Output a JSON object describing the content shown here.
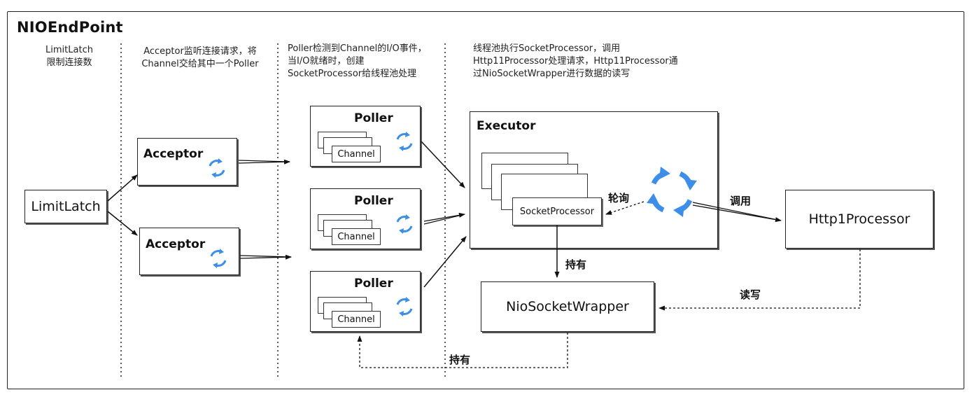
{
  "title": "NIOEndPoint",
  "notes": {
    "limitlatch": [
      "LimitLatch",
      "限制连接数"
    ],
    "acceptor": [
      "Acceptor监听连接请求，将",
      "Channel交给其中一个Poller"
    ],
    "poller": [
      "Poller检测到Channel的I/O事件，",
      "当I/O就绪时，创建",
      "SocketProcessor给线程池处理"
    ],
    "executor": [
      "线程池执行SocketProcessor，调用",
      "Http11Processor处理请求，Http11Processor通",
      "过NioSocketWrapper进行数据的读写"
    ]
  },
  "nodes": {
    "limitlatch": "LimitLatch",
    "acceptor": "Acceptor",
    "poller": "Poller",
    "channel": "Channel",
    "executor": "Executor",
    "socketprocessor": "SocketProcessor",
    "http1processor": "Http1Processor",
    "niosocketwrapper": "NioSocketWrapper"
  },
  "edges": {
    "poll": "轮询",
    "invoke": "调用",
    "hold": "持有",
    "readwrite": "读写"
  },
  "colors": {
    "cycle_blue": "#3d8ee8",
    "line": "#111111"
  },
  "icons": {
    "cycle": "refresh-cycle-icon"
  }
}
